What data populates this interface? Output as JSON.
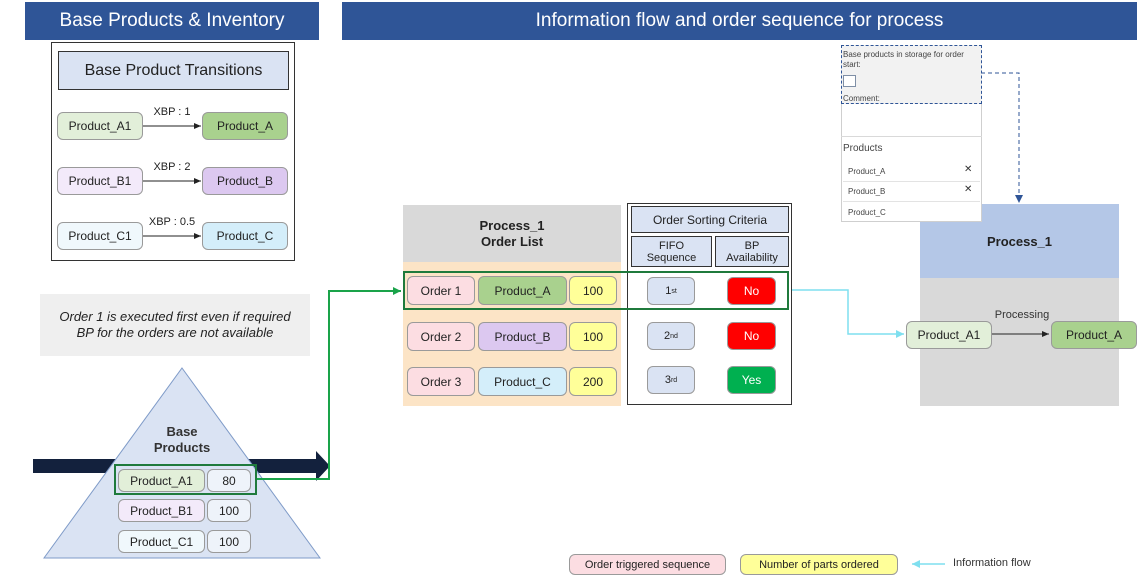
{
  "left_banner": {
    "title": "Base Products & Inventory"
  },
  "right_banner": {
    "title": "Information flow and order sequence for process"
  },
  "transitions": {
    "title": "Base Product Transitions",
    "rows": [
      {
        "from": "Product_A1",
        "label": "XBP : 1",
        "to": "Product_A",
        "from_color": "#e2efd9",
        "to_color": "#a9d18e"
      },
      {
        "from": "Product_B1",
        "label": "XBP : 2",
        "to": "Product_B",
        "from_color": "#f3eafa",
        "to_color": "#dcc8f0"
      },
      {
        "from": "Product_C1",
        "label": "XBP : 0.5",
        "to": "Product_C",
        "from_color": "#f0f8fc",
        "to_color": "#d4eefa"
      }
    ]
  },
  "note": "Order 1 is executed first even if required BP for the orders are not available",
  "pyramid": {
    "title_line1": "Base",
    "title_line2": "Products",
    "rows": [
      {
        "product": "Product_A1",
        "qty": "80"
      },
      {
        "product": "Product_B1",
        "qty": "100"
      },
      {
        "product": "Product_C1",
        "qty": "100"
      }
    ]
  },
  "order_list": {
    "title_line1": "Process_1",
    "title_line2": "Order List",
    "orders": [
      {
        "order": "Order 1",
        "product": "Product_A",
        "qty": "100",
        "product_color": "#a9d18e"
      },
      {
        "order": "Order 2",
        "product": "Product_B",
        "qty": "100",
        "product_color": "#dcc8f0"
      },
      {
        "order": "Order 3",
        "product": "Product_C",
        "qty": "200",
        "product_color": "#d4eefa"
      }
    ]
  },
  "criteria": {
    "title": "Order Sorting Criteria",
    "col1_line1": "FIFO",
    "col1_line2": "Sequence",
    "col2_line1": "BP",
    "col2_line2": "Availability",
    "rows": [
      {
        "seq_num": "1",
        "seq_sup": "st",
        "avail": "No",
        "avail_color": "#ff0000"
      },
      {
        "seq_num": "2",
        "seq_sup": "nd",
        "avail": "No",
        "avail_color": "#ff0000"
      },
      {
        "seq_num": "3",
        "seq_sup": "rd",
        "avail": "Yes",
        "avail_color": "#00b050"
      }
    ]
  },
  "form": {
    "storage_label": "Base products in storage for order start:",
    "comment_label": "Comment:",
    "products_title": "Products",
    "items": [
      "Product_A",
      "Product_B",
      "Product_C"
    ],
    "remove_symbol": "✕"
  },
  "process": {
    "title": "Process_1",
    "step_label": "Processing",
    "from": "Product_A1",
    "to": "Product_A"
  },
  "legend": {
    "order_triggered": "Order triggered sequence",
    "parts_ordered": "Number of parts ordered",
    "info_flow": "Information flow"
  },
  "colors": {
    "banner": "#2f5597",
    "order_pink": "#fcdde2",
    "qty_yellow": "#ffff99",
    "highlight_green": "#1f7a3c",
    "info_flow": "#7fdfef"
  }
}
